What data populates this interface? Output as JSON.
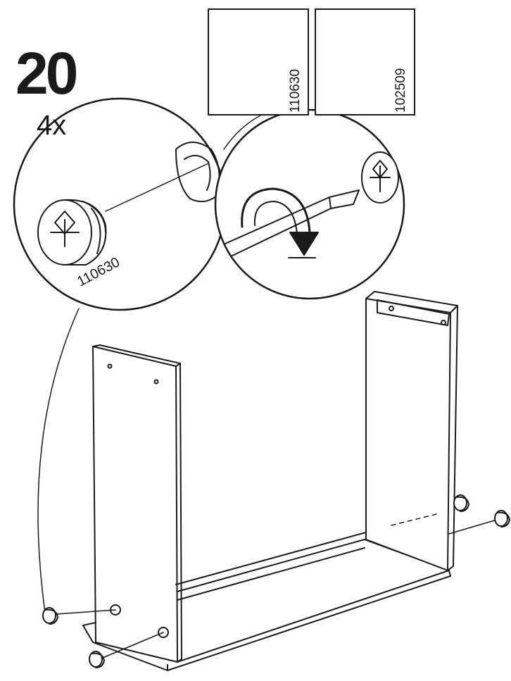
{
  "step": {
    "number": "20",
    "quantity": "4x"
  },
  "parts": {
    "correct": {
      "code": "110630",
      "icon": "cam-lock-icon"
    },
    "incorrect": {
      "code": "102509",
      "icon": "cam-lock-crossed-icon"
    }
  },
  "detail": {
    "part_code": "110630"
  },
  "colors": {
    "line": "#1a1a1a",
    "panel": "#ffffff"
  }
}
